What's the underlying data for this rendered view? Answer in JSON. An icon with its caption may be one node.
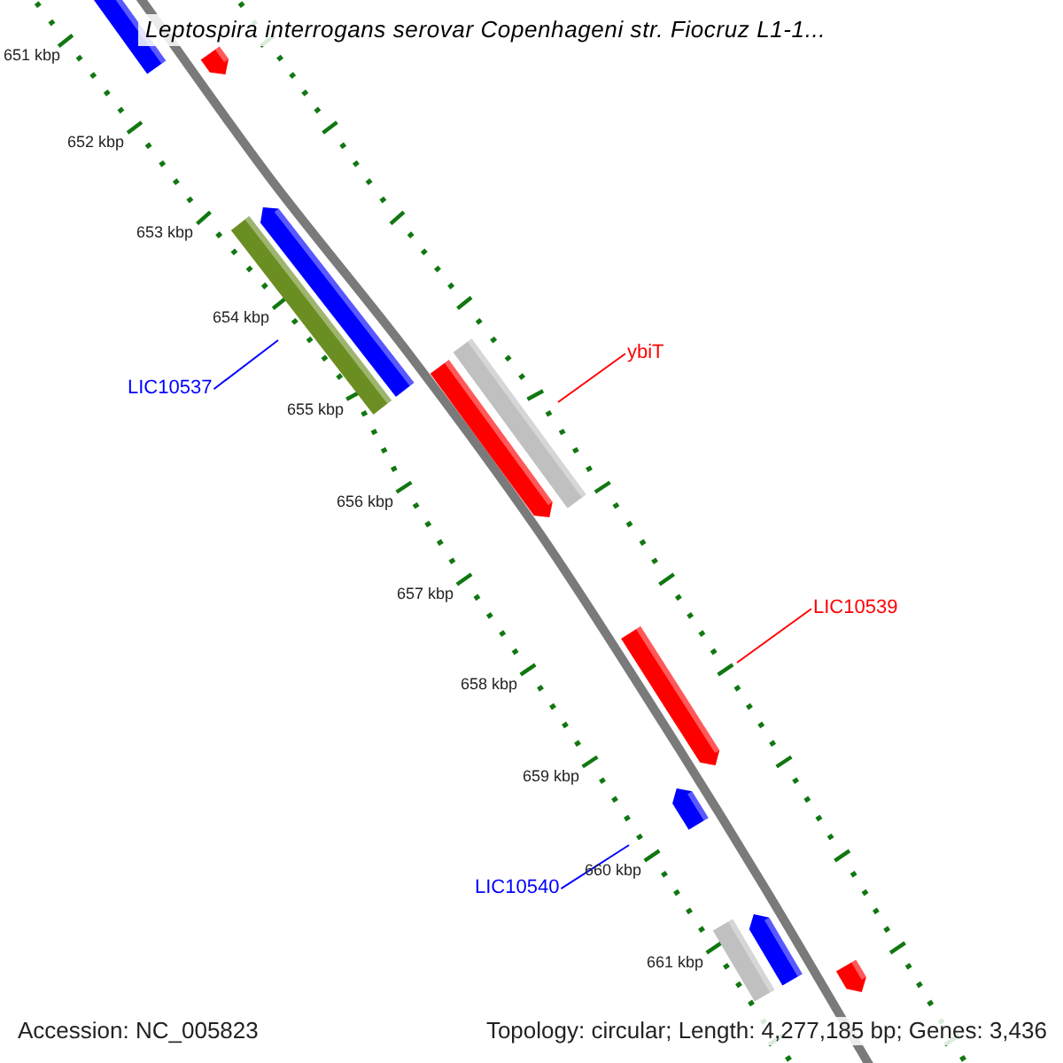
{
  "diagram": {
    "title": "Leptospira interrogans serovar Copenhageni str. Fiocruz L1-1...",
    "nodes": [
      {
        "text": [
          "LIC10537"
        ]
      },
      {
        "text": [
          "ybiT"
        ]
      },
      {
        "text": [
          "LIC10539"
        ]
      },
      {
        "text": [
          "LIC10540"
        ]
      }
    ],
    "edges": [
      {
        "from": 0,
        "to": null,
        "arrow": "none",
        "color": "#0000ff"
      },
      {
        "from": 1,
        "to": null,
        "arrow": "none",
        "color": "#ff0000"
      },
      {
        "from": 2,
        "to": null,
        "arrow": "none",
        "color": "#ff0000"
      },
      {
        "from": 3,
        "to": null,
        "arrow": "none",
        "color": "#0000ff"
      }
    ],
    "labels": [
      "651 kbp",
      "652 kbp",
      "653 kbp",
      "654 kbp",
      "655 kbp",
      "656 kbp",
      "657 kbp",
      "658 kbp",
      "659 kbp",
      "660 kbp",
      "661 kbp",
      "Accession: NC_005823",
      "Topology: circular; Length: 4,277,185 bp; Genes: 3,436"
    ]
  }
}
